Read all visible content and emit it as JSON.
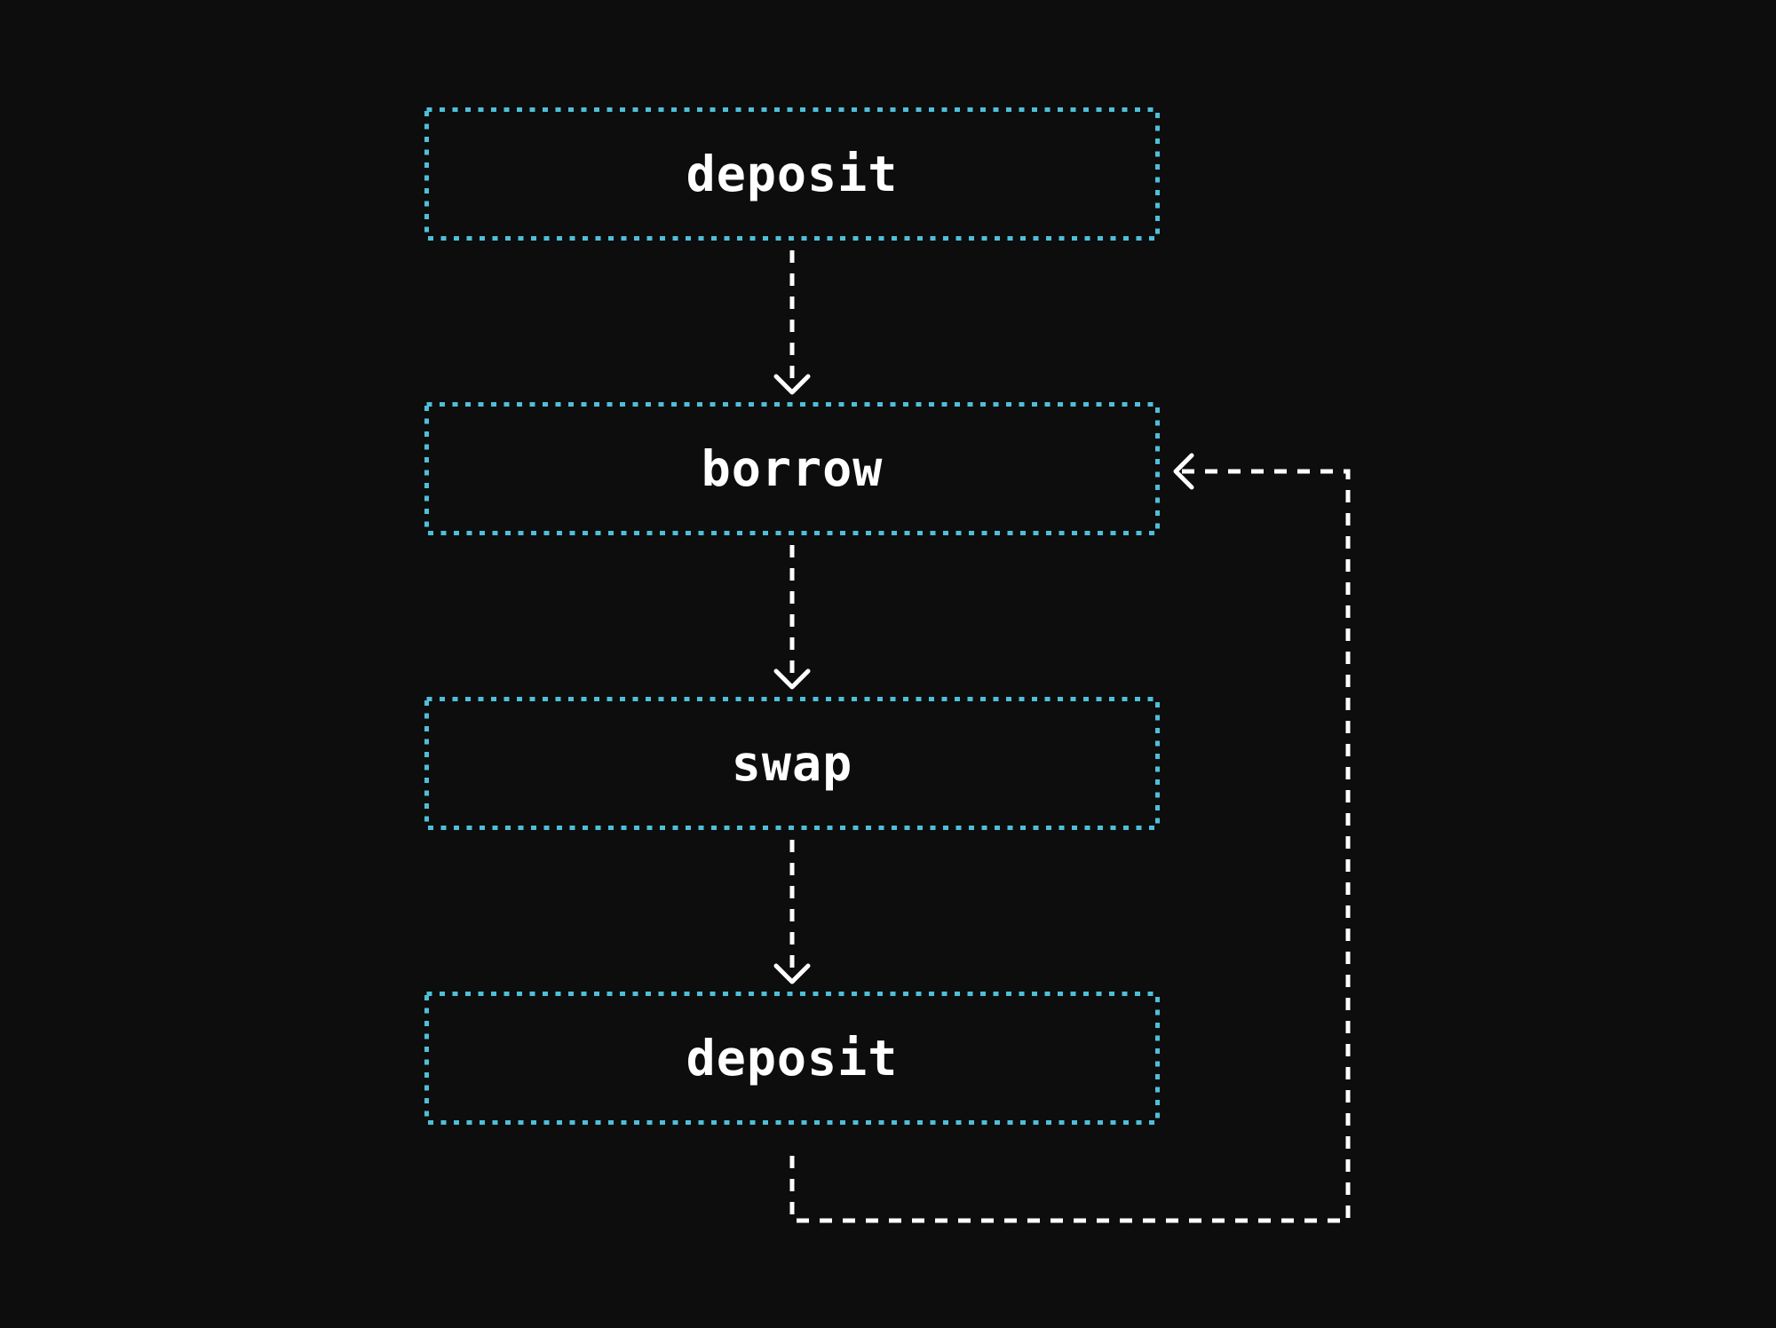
{
  "diagram": {
    "type": "flowchart",
    "colors": {
      "background": "#0d0d0d",
      "node_border": "#4ebfd9",
      "connector": "#ffffff",
      "text": "#ffffff"
    },
    "nodes": [
      {
        "id": "n1",
        "label": "deposit"
      },
      {
        "id": "n2",
        "label": "borrow"
      },
      {
        "id": "n3",
        "label": "swap"
      },
      {
        "id": "n4",
        "label": "deposit"
      }
    ],
    "edges": [
      {
        "from": "n1",
        "to": "n2"
      },
      {
        "from": "n2",
        "to": "n3"
      },
      {
        "from": "n3",
        "to": "n4"
      },
      {
        "from": "n4",
        "to": "n2",
        "style": "loop-back"
      }
    ]
  }
}
